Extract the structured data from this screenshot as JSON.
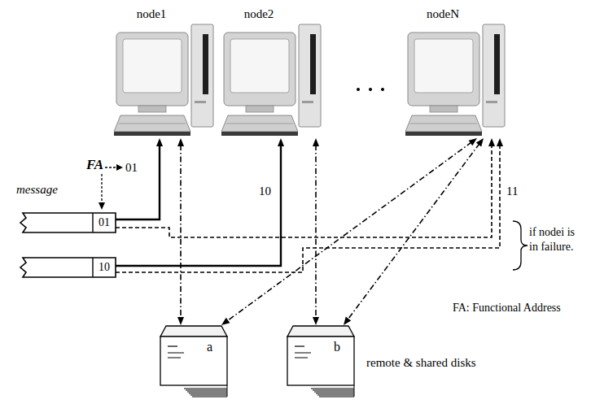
{
  "diagram": {
    "nodes": [
      {
        "text": [
          "node1"
        ]
      },
      {
        "text": [
          "node2"
        ]
      },
      {
        "text": [
          "nodeN"
        ]
      },
      {
        "text": [
          "01"
        ]
      },
      {
        "text": [
          "10"
        ]
      },
      {
        "text": [
          "a"
        ]
      },
      {
        "text": [
          "b"
        ]
      }
    ],
    "edges": [
      {
        "from": 3,
        "to": 0,
        "arrow": "to"
      },
      {
        "from": 3,
        "to": 2,
        "arrow": "to"
      },
      {
        "from": 4,
        "to": 1,
        "arrow": "to"
      },
      {
        "from": 4,
        "to": 2,
        "arrow": "to"
      },
      {
        "from": 0,
        "to": 5,
        "arrow": "both"
      },
      {
        "from": 1,
        "to": 6,
        "arrow": "both"
      },
      {
        "from": 2,
        "to": 5,
        "arrow": "both"
      },
      {
        "from": 2,
        "to": 6,
        "arrow": "both"
      }
    ],
    "labels": [
      "message",
      "FA",
      "01",
      "10",
      "11",
      "if nodei is in failure.",
      "FA: Functional Address",
      "remote & shared disks"
    ]
  }
}
